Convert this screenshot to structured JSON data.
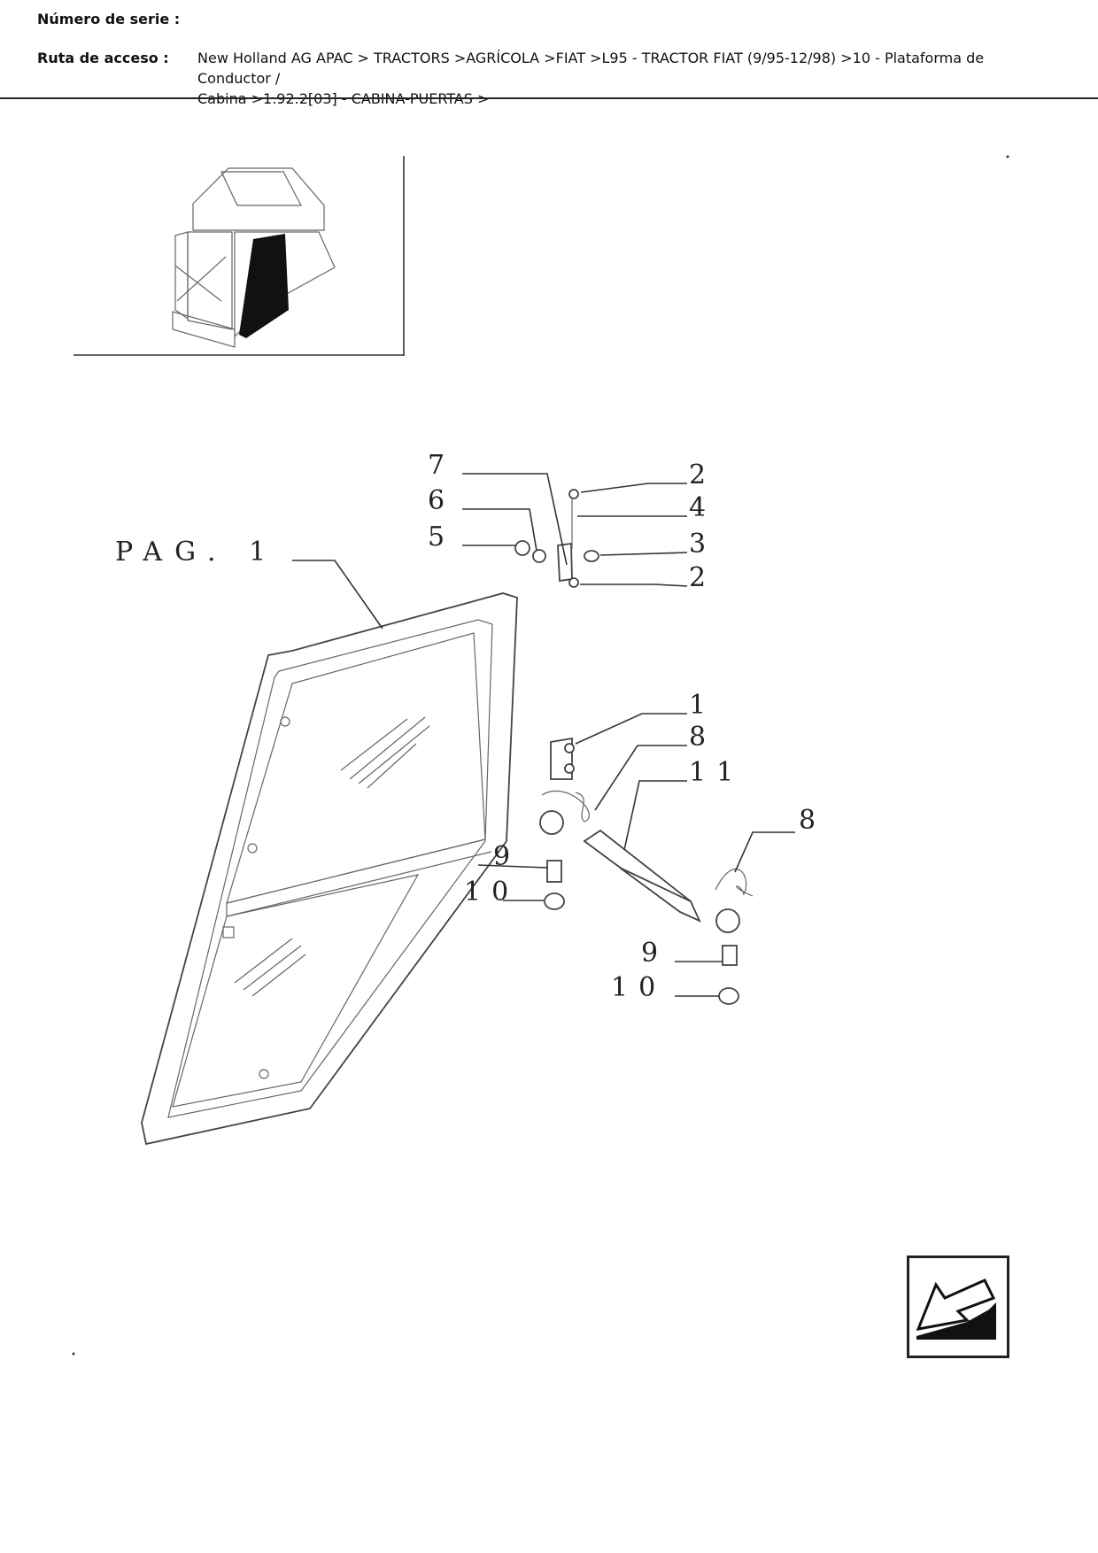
{
  "header": {
    "serial_label": "Número de serie :",
    "path_label": "Ruta de acceso :",
    "path_line1": "New Holland AG APAC > TRACTORS >AGRÍCOLA >FIAT >L95 - TRACTOR FIAT  (9/95-12/98) >10 - Plataforma de Conductor /",
    "path_line2": "Cabina >1.92.2[03] - CABINA-PUERTAS >"
  },
  "diagram": {
    "page_ref": "PAG. 1",
    "callouts": [
      "7",
      "6",
      "5",
      "2",
      "4",
      "3",
      "2",
      "1",
      "8",
      "11",
      "8",
      "9",
      "10",
      "9",
      "10"
    ]
  },
  "icons": {
    "nav": "back-arrow-icon",
    "thumb": "cab-thumbnail"
  }
}
